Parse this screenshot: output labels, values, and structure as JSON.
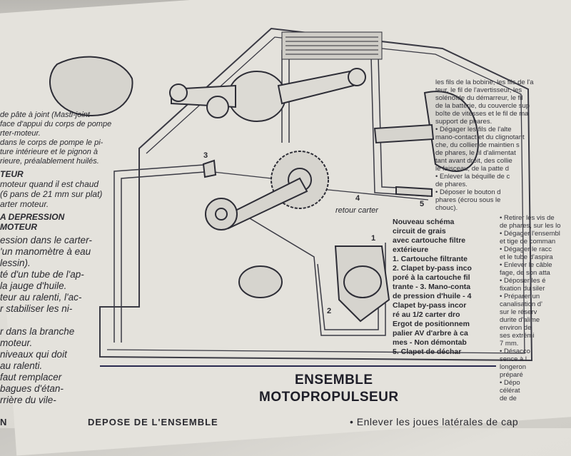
{
  "left_column": {
    "lines_small": [
      "de pâte à joint (Masti-joint",
      "face d'appui du corps de pompe",
      "rter-moteur.",
      "dans le corps de pompe le pi-",
      "ture intérieure et le pignon à",
      "rieure, préalablement huilés."
    ],
    "heading1": "TEUR",
    "lines_mid": [
      "moteur quand il est chaud",
      "(6 pans de 21 mm sur plat)",
      "arter moteur."
    ],
    "heading2": [
      "A DEPRESSION",
      "MOTEUR"
    ],
    "lines_big": [
      "ession dans le carter-",
      "'un manomètre à eau",
      "lessin).",
      "té d'un tube de l'ap-",
      "la jauge d'huile.",
      "teur au ralenti, l'ac-",
      "r stabiliser les ni-",
      "",
      "r dans la branche",
      "moteur.",
      "niveaux qui doit",
      "au ralenti.",
      "faut remplacer",
      "bagues d'étan-",
      "rrière du vile-"
    ]
  },
  "diagram": {
    "labels": {
      "n3": "3",
      "n4": "4",
      "return": "retour carter",
      "n5": "5",
      "n1": "1",
      "n2": "2"
    }
  },
  "caption": {
    "lines": [
      "Nouveau      schéma",
      "circuit    de    grais",
      "avec cartouche filtre",
      "         extérieure",
      "1. Cartouche filtrante",
      "2. Clapet by-pass inco",
      "poré à la cartouche fil",
      "trante - 3. Mano-conta",
      "de pression d'huile - 4",
      "Clapet by-pass incor",
      "ré au 1/2 carter dro",
      "Ergot de positionnem",
      "palier AV d'arbre à ca",
      "mes - Non démontab",
      "5. Clapet de déchar"
    ]
  },
  "right_column": {
    "lines": [
      "les fils de la bobine, les fils de l'a",
      "teur, le fil de l'avertisseur, les",
      "solénoïde du démarreur, le fil",
      "de la batterie, du couvercle sup",
      "boîte de vitesses et le fil de ma",
      "support de phares.",
      "• Dégager les fils de l'alte",
      "mano-contact et du clignotant",
      "che, du collier de maintien s",
      "de phares, le fil d'alimentat",
      "tant avant droit, des collie",
      "le faisceau, de la patte d",
      "• Enlever la béquille de c",
      "de phares.",
      "• Déposer le bouton d",
      "phares (écrou sous le",
      "chouc).",
      "• Retirer les vis de",
      "de phares, sur les lo",
      "• Dégager l'ensembl",
      "et tige de comman",
      "• Dégager le racc",
      "et le tube d'aspira",
      "• Enlever le câble",
      "fage, de son atta",
      "• Déposer les é",
      "fixation du siler",
      "• Préparer un",
      "canalisation d'",
      "sur le réserv",
      "durite d'alime",
      "environ de",
      "ses extrémi",
      "7 mm.",
      "• Désacco",
      "sence à l",
      "longeron",
      "préparé",
      "• Dépo",
      "célérat",
      "de de"
    ]
  },
  "section_title": [
    "ENSEMBLE",
    "MOTOPROPULSEUR"
  ],
  "bottom": {
    "left_heading": "DEPOSE DE L'ENSEMBLE",
    "right_text": "• Enlever les joues latérales de cap",
    "left_fragment": "N"
  }
}
